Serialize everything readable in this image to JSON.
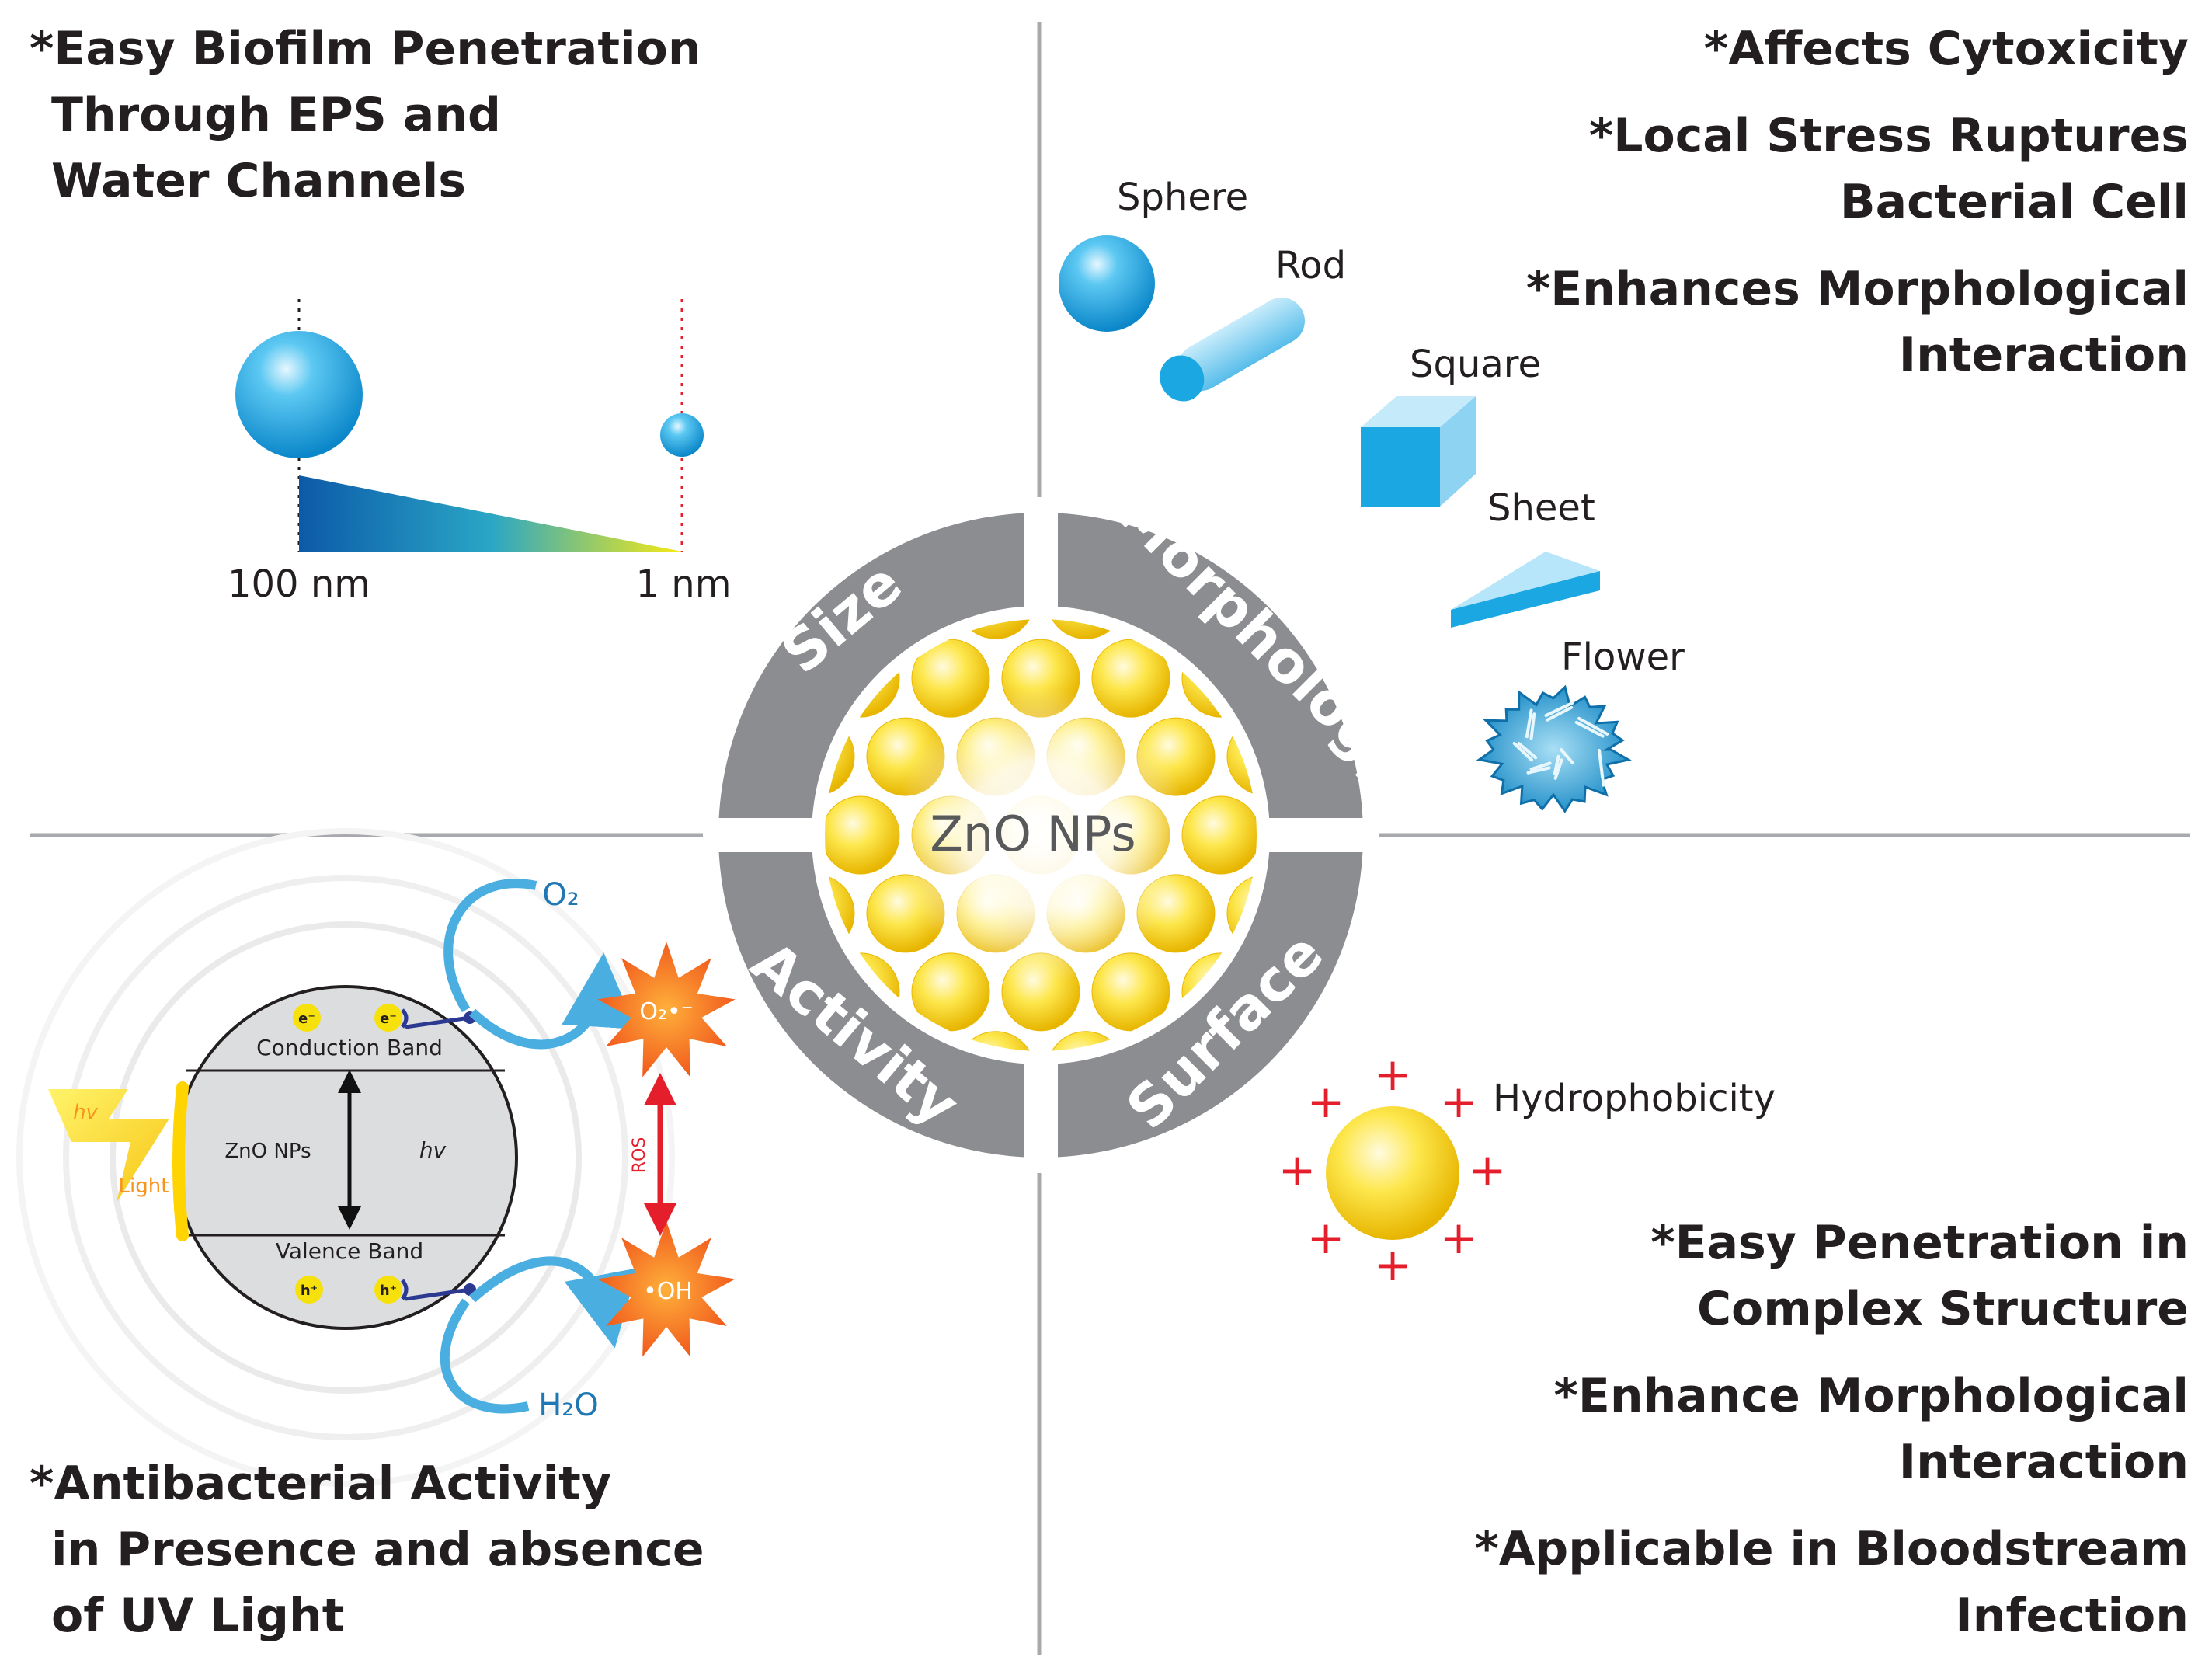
{
  "center": {
    "label": "ZnO NPs",
    "ring": {
      "size": "Size",
      "morphology": "Morphology",
      "activity": "Activity",
      "surface": "Surface"
    }
  },
  "size_quadrant": {
    "bullet": [
      "*Easy Biofilm Penetration",
      "Through EPS and",
      "Water Channels"
    ],
    "scale_large": "100 nm",
    "scale_small": "1 nm"
  },
  "morphology_quadrant": {
    "bullets": [
      [
        "*Affects Cytoxicity"
      ],
      [
        "*Local Stress Ruptures",
        "Bacterial Cell"
      ],
      [
        "*Enhances Morphological",
        "Interaction"
      ]
    ],
    "shapes": {
      "sphere": "Sphere",
      "rod": "Rod",
      "square": "Square",
      "sheet": "Sheet",
      "flower": "Flower"
    }
  },
  "activity_quadrant": {
    "bullet": [
      "*Antibacterial Activity",
      "in Presence and absence",
      "of UV Light"
    ],
    "conduction_band": "Conduction Band",
    "valence_band": "Valence Band",
    "particle": "ZnO NPs",
    "hv_inner": "hv",
    "hv_bolt": "hv",
    "light": "Light",
    "electron": "e⁻",
    "hole": "h⁺",
    "o2": "O₂",
    "superoxide": "O₂•⁻",
    "hydroxyl": "•OH",
    "h2o": "H₂O",
    "ros": "ROS"
  },
  "surface_quadrant": {
    "hydrophobicity": "Hydrophobicity",
    "bullets": [
      [
        "*Easy Penetration in",
        "Complex Structure"
      ],
      [
        "*Enhance Morphological",
        "Interaction"
      ],
      [
        "*Applicable in Bloodstream",
        "Infection"
      ]
    ]
  },
  "colors": {
    "ring_gray": "#8c8d90",
    "divider": "#a7a9ac",
    "particle_blue": "#1ba7e1",
    "zno_yellow": "#f5d31e",
    "ros_orange": "#f26522",
    "ros_red": "#e41e2b",
    "arrow_blue": "#4aaee0"
  }
}
